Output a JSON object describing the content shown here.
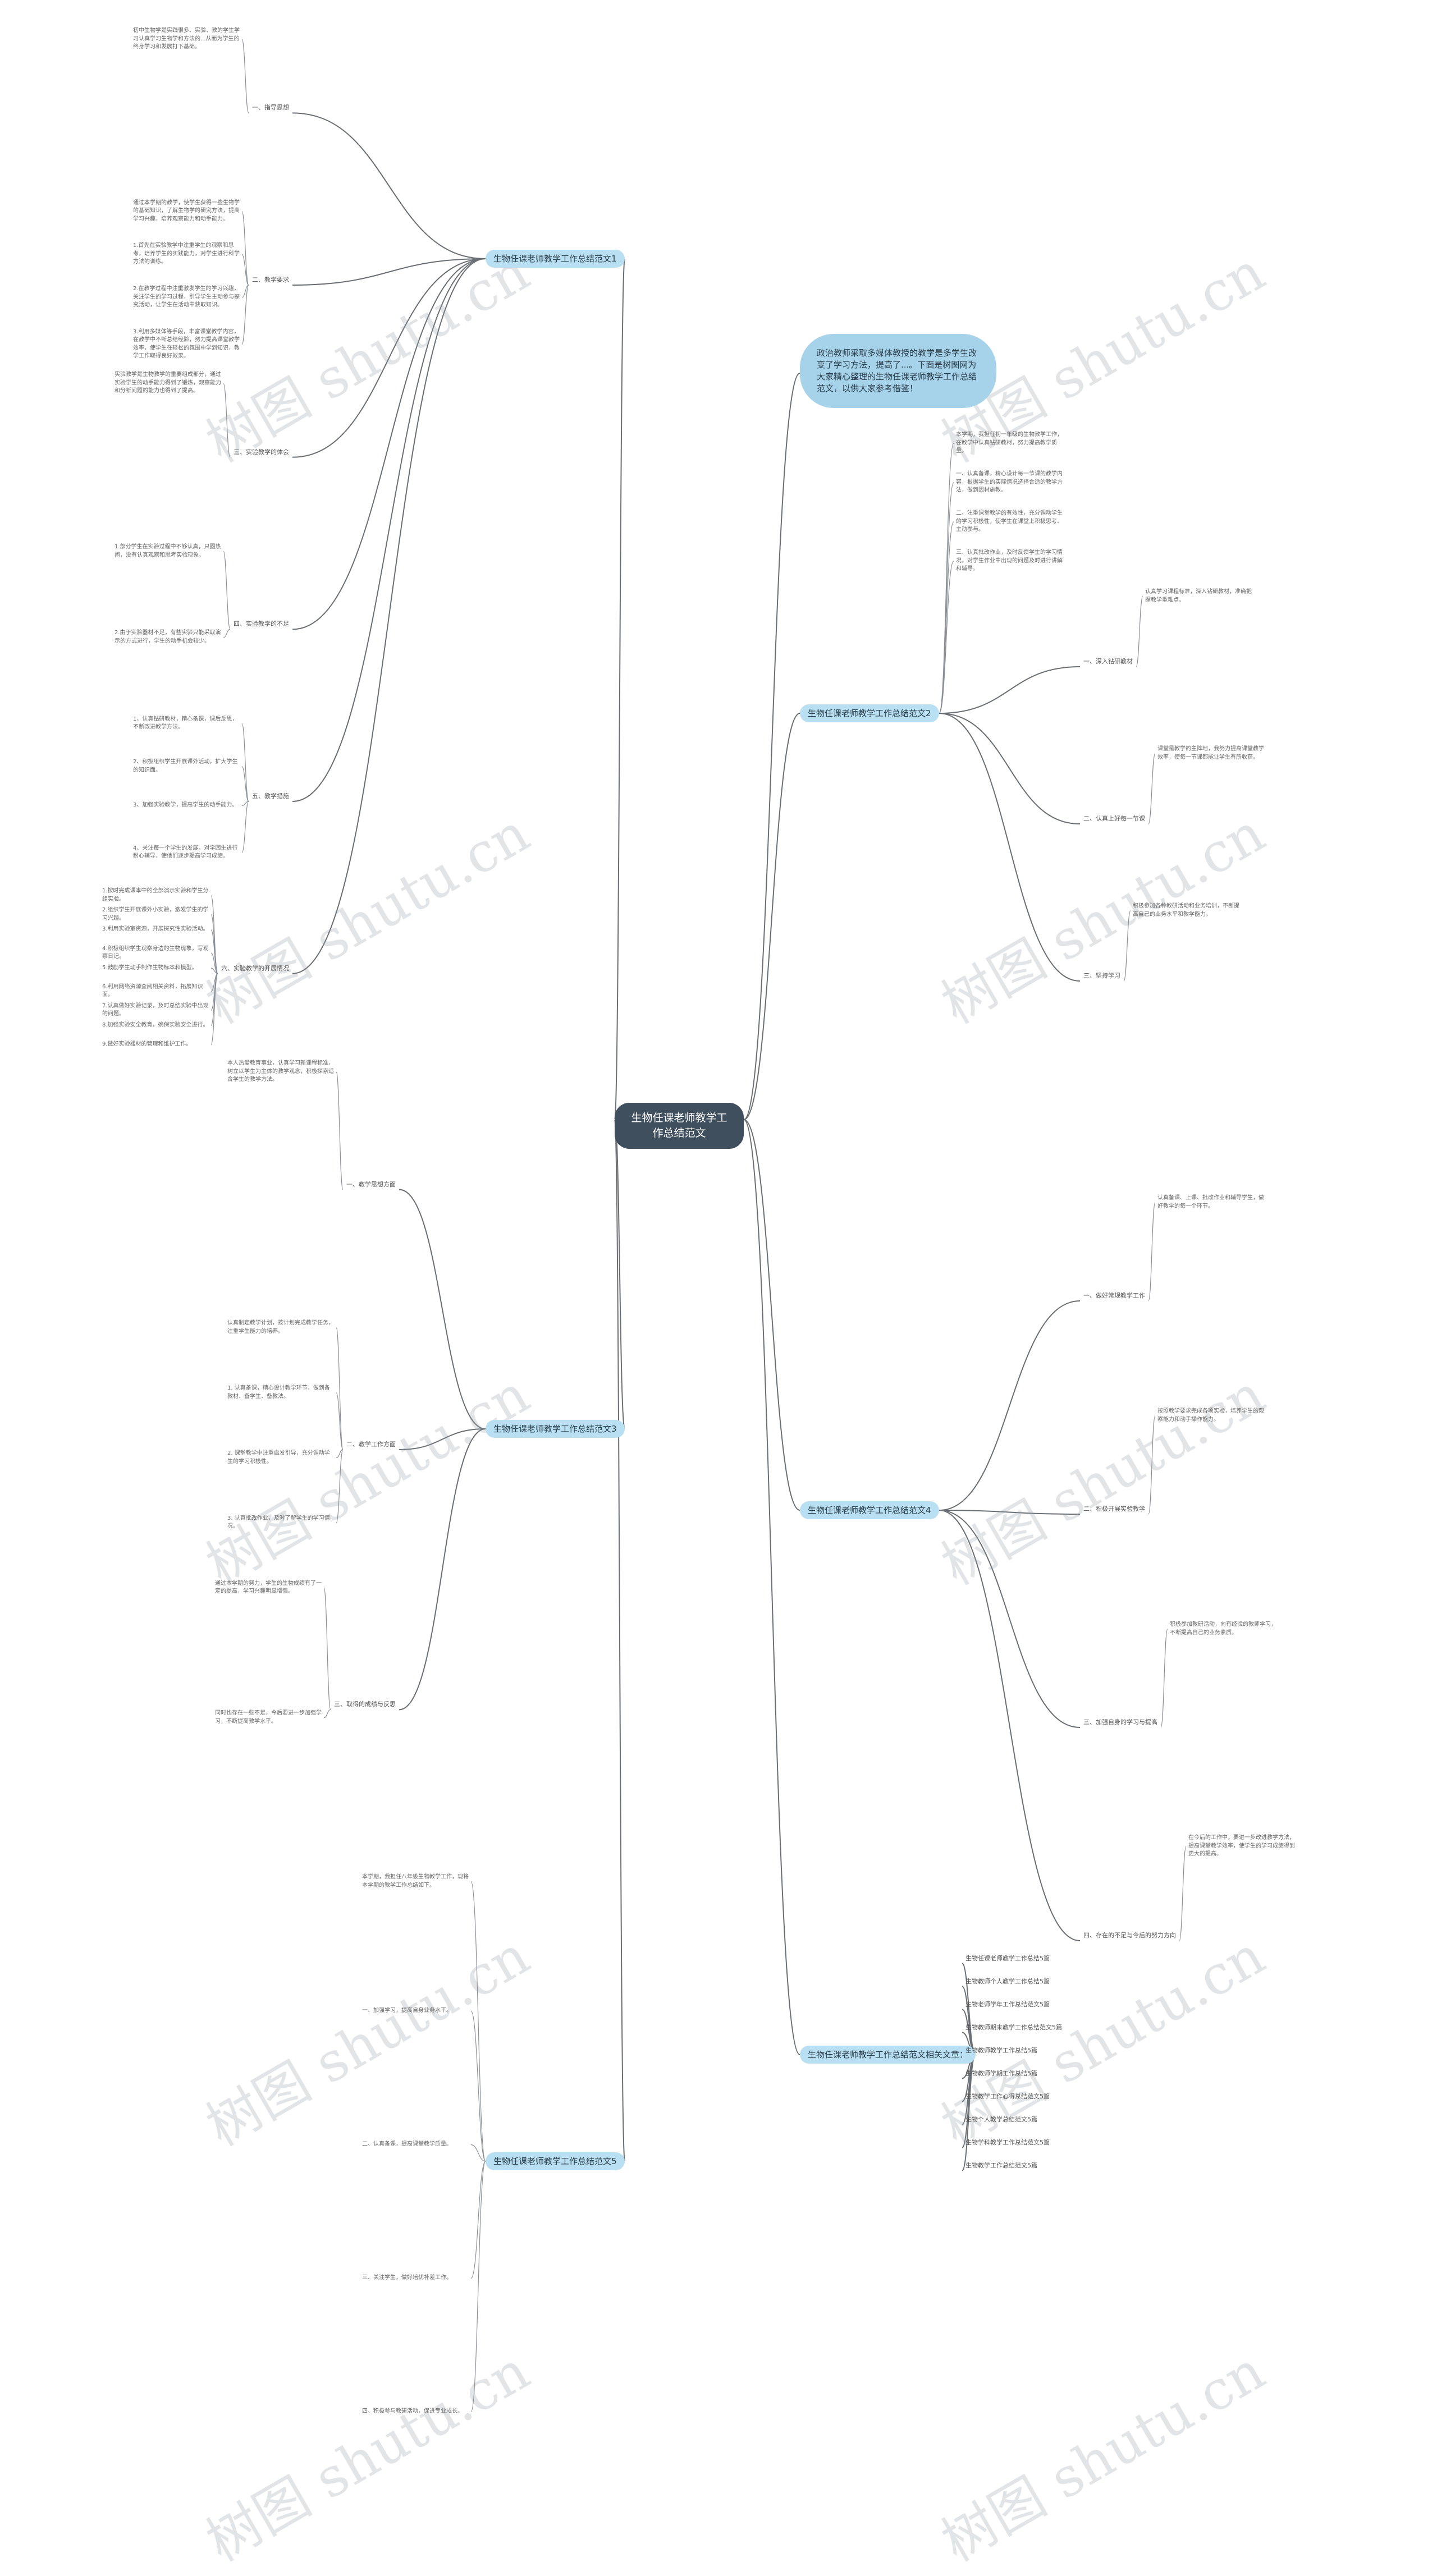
{
  "root": {
    "title": "生物任课老师教学工作总结范文"
  },
  "intro": "政治教师采取多媒体教授的教学是多学生改变了学习方法，提高了...。下面是树图网为大家精心整理的生物任课老师教学工作总结范文，以供大家参考借鉴！",
  "watermark": "树图 shutu.cn",
  "branches": [
    {
      "label": "生物任课老师教学工作总结范文1",
      "subs": [
        {
          "label": "一、指导思想",
          "paras": [
            "初中生物学是实践很多、实验、教的学生学习认真学习生物学和方法的...从而为学生的终身学习和发展打下基础。"
          ]
        },
        {
          "label": "二、教学要求",
          "paras": [
            "通过本学期的教学，使学生获得一些生物学的基础知识，了解生物学的研究方法，提高学习兴趣，培养观察能力和动手能力。",
            "1.首先在实验教学中注重学生的观察和思考，培养学生的实践能力，对学生进行科学方法的训练。",
            "2.在教学过程中注重激发学生的学习兴趣，关注学生的学习过程，引导学生主动参与探究活动，让学生在活动中获取知识。",
            "3.利用多媒体等手段，丰富课堂教学内容，在教学中不断总结经验，努力提高课堂教学效率，使学生在轻松的氛围中学到知识，教学工作取得良好效果。"
          ]
        },
        {
          "label": "三、实验教学的体会",
          "paras": [
            "实验教学是生物教学的重要组成部分，通过实验学生的动手能力得到了锻炼，观察能力和分析问题的能力也得到了提高。"
          ]
        },
        {
          "label": "四、实验教学的不足",
          "paras": [
            "1.部分学生在实验过程中不够认真，只图热闹，没有认真观察和思考实验现象。",
            "2.由于实验器材不足，有些实验只能采取演示的方式进行，学生的动手机会较少。"
          ]
        },
        {
          "label": "五、教学措施",
          "paras": [
            "1、认真钻研教材，精心备课，课后反思，不断改进教学方法。",
            "2、积极组织学生开展课外活动，扩大学生的知识面。",
            "3、加强实验教学，提高学生的动手能力。",
            "4、关注每一个学生的发展，对学困生进行耐心辅导，使他们逐步提高学习成绩。"
          ]
        },
        {
          "label": "六、实验教学的开展情况",
          "paras": [
            "1.按时完成课本中的全部演示实验和学生分组实验。",
            "2.组织学生开展课外小实验，激发学生的学习兴趣。",
            "3.利用实验室资源，开展探究性实验活动。",
            "4.积极组织学生观察身边的生物现象，写观察日记。",
            "5.鼓励学生动手制作生物标本和模型。",
            "6.利用网络资源查阅相关资料，拓展知识面。",
            "7.认真做好实验记录，及时总结实验中出现的问题。",
            "8.加强实验安全教育，确保实验安全进行。",
            "9.做好实验器材的管理和维护工作。"
          ]
        }
      ]
    },
    {
      "label": "生物任课老师教学工作总结范文2",
      "subs": [
        {
          "label": "",
          "paras": [
            "本学期，我担任初一年级的生物教学工作，在教学中认真钻研教材，努力提高教学质量。",
            "一、认真备课，精心设计每一节课的教学内容，根据学生的实际情况选择合适的教学方法，做到因材施教。",
            "二、注重课堂教学的有效性，充分调动学生的学习积极性，使学生在课堂上积极思考、主动参与。",
            "三、认真批改作业，及时反馈学生的学习情况，对学生作业中出现的问题及时进行讲解和辅导。"
          ]
        },
        {
          "label": "一、深入钻研教材",
          "paras": [
            "认真学习课程标准，深入钻研教材，准确把握教学重难点。"
          ]
        },
        {
          "label": "二、认真上好每一节课",
          "paras": [
            "课堂是教学的主阵地，我努力提高课堂教学效率，使每一节课都能让学生有所收获。"
          ]
        },
        {
          "label": "三、坚持学习",
          "paras": [
            "积极参加各种教研活动和业务培训，不断提高自己的业务水平和教学能力。"
          ]
        }
      ]
    },
    {
      "label": "生物任课老师教学工作总结范文3",
      "subs": [
        {
          "label": "一、教学思想方面",
          "paras": [
            "本人热爱教育事业，认真学习新课程标准，树立以学生为主体的教学观念，积极探索适合学生的教学方法。"
          ]
        },
        {
          "label": "二、教学工作方面",
          "paras": [
            "认真制定教学计划，按计划完成教学任务，注重学生能力的培养。",
            "1. 认真备课，精心设计教学环节，做到备教材、备学生、备教法。",
            "2. 课堂教学中注重启发引导，充分调动学生的学习积极性。",
            "3. 认真批改作业，及时了解学生的学习情况。"
          ]
        },
        {
          "label": "三、取得的成绩与反思",
          "paras": [
            "通过本学期的努力，学生的生物成绩有了一定的提高，学习兴趣明显增强。",
            "同时也存在一些不足，今后要进一步加强学习，不断提高教学水平。"
          ]
        }
      ]
    },
    {
      "label": "生物任课老师教学工作总结范文4",
      "subs": [
        {
          "label": "一、做好常规教学工作",
          "paras": [
            "认真备课、上课、批改作业和辅导学生，做好教学的每一个环节。"
          ]
        },
        {
          "label": "二、积极开展实验教学",
          "paras": [
            "按照教学要求完成各项实验，培养学生的观察能力和动手操作能力。"
          ]
        },
        {
          "label": "三、加强自身的学习与提高",
          "paras": [
            "积极参加教研活动，向有经验的教师学习，不断提高自己的业务素质。"
          ]
        },
        {
          "label": "四、存在的不足与今后的努力方向",
          "paras": [
            "在今后的工作中，要进一步改进教学方法，提高课堂教学效率，使学生的学习成绩得到更大的提高。"
          ]
        }
      ]
    },
    {
      "label": "生物任课老师教学工作总结范文5",
      "subs": [
        {
          "label": "",
          "paras": [
            "本学期，我担任八年级生物教学工作，现将本学期的教学工作总结如下。",
            "一、加强学习，提高自身业务水平。",
            "二、认真备课，提高课堂教学质量。",
            "三、关注学生，做好培优补差工作。",
            "四、积极参与教研活动，促进专业成长。"
          ]
        }
      ]
    },
    {
      "label": "生物任课老师教学工作总结范文相关文章：",
      "subs": [
        {
          "label": "生物任课老师教学工作总结5篇",
          "paras": []
        },
        {
          "label": "生物教师个人教学工作总结5篇",
          "paras": []
        },
        {
          "label": "生物老师学年工作总结范文5篇",
          "paras": []
        },
        {
          "label": "生物教师期末教学工作总结范文5篇",
          "paras": []
        },
        {
          "label": "生物教师教学工作总结5篇",
          "paras": []
        },
        {
          "label": "生物教师学期工作总结5篇",
          "paras": []
        },
        {
          "label": "生物教学工作心得总结范文5篇",
          "paras": []
        },
        {
          "label": "生物个人教学总结范文5篇",
          "paras": []
        },
        {
          "label": "生物学科教学工作总结范文5篇",
          "paras": []
        },
        {
          "label": "生物教学工作总结范文5篇",
          "paras": []
        }
      ]
    }
  ]
}
